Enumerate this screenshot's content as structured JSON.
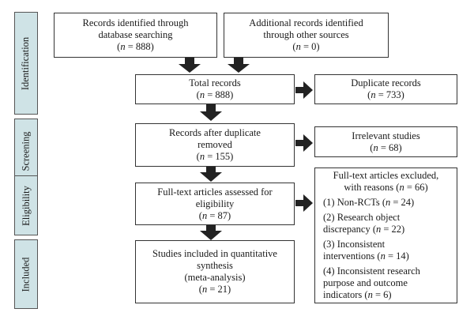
{
  "phases": {
    "identification": "Identification",
    "screening": "Screening",
    "eligibility": "Eligibility",
    "included": "Included"
  },
  "boxes": {
    "database": {
      "l1": "Records identified through",
      "l2": "database searching",
      "n": "888"
    },
    "other": {
      "l1": "Additional records identified",
      "l2": "through other sources",
      "n": "0"
    },
    "total": {
      "l1": "Total records",
      "n": "888"
    },
    "duplicate": {
      "l1": "Duplicate records",
      "n": "733"
    },
    "after_dup": {
      "l1": "Records after duplicate",
      "l2": "removed",
      "n": "155"
    },
    "irrelevant": {
      "l1": "Irrelevant studies",
      "n": "68"
    },
    "fulltext": {
      "l1": "Full-text articles assessed for",
      "l2": "eligibility",
      "n": "87"
    },
    "included": {
      "l1": "Studies included in quantitative",
      "l2": "synthesis",
      "l3": "(meta-analysis)",
      "n": "21"
    }
  },
  "excluded": {
    "l1": "Full-text articles excluded,",
    "l2": "with reasons (",
    "n": "66",
    "items": [
      {
        "l1": "(1) Non-RCTs (",
        "n": "24"
      },
      {
        "l1": "(2) Research object",
        "l2": "discrepancy (",
        "n": "22"
      },
      {
        "l1": "(3) Inconsistent",
        "l2": "interventions (",
        "n": "14"
      },
      {
        "l1": "(4) Inconsistent research",
        "l2": "purpose and outcome",
        "l3": "indicators (",
        "n": "6"
      }
    ]
  },
  "n_symbol": "n",
  "eq": " = ",
  "colors": {
    "phase_fill": "#cfe3e6",
    "arrow": "#222222",
    "border": "#333333"
  }
}
